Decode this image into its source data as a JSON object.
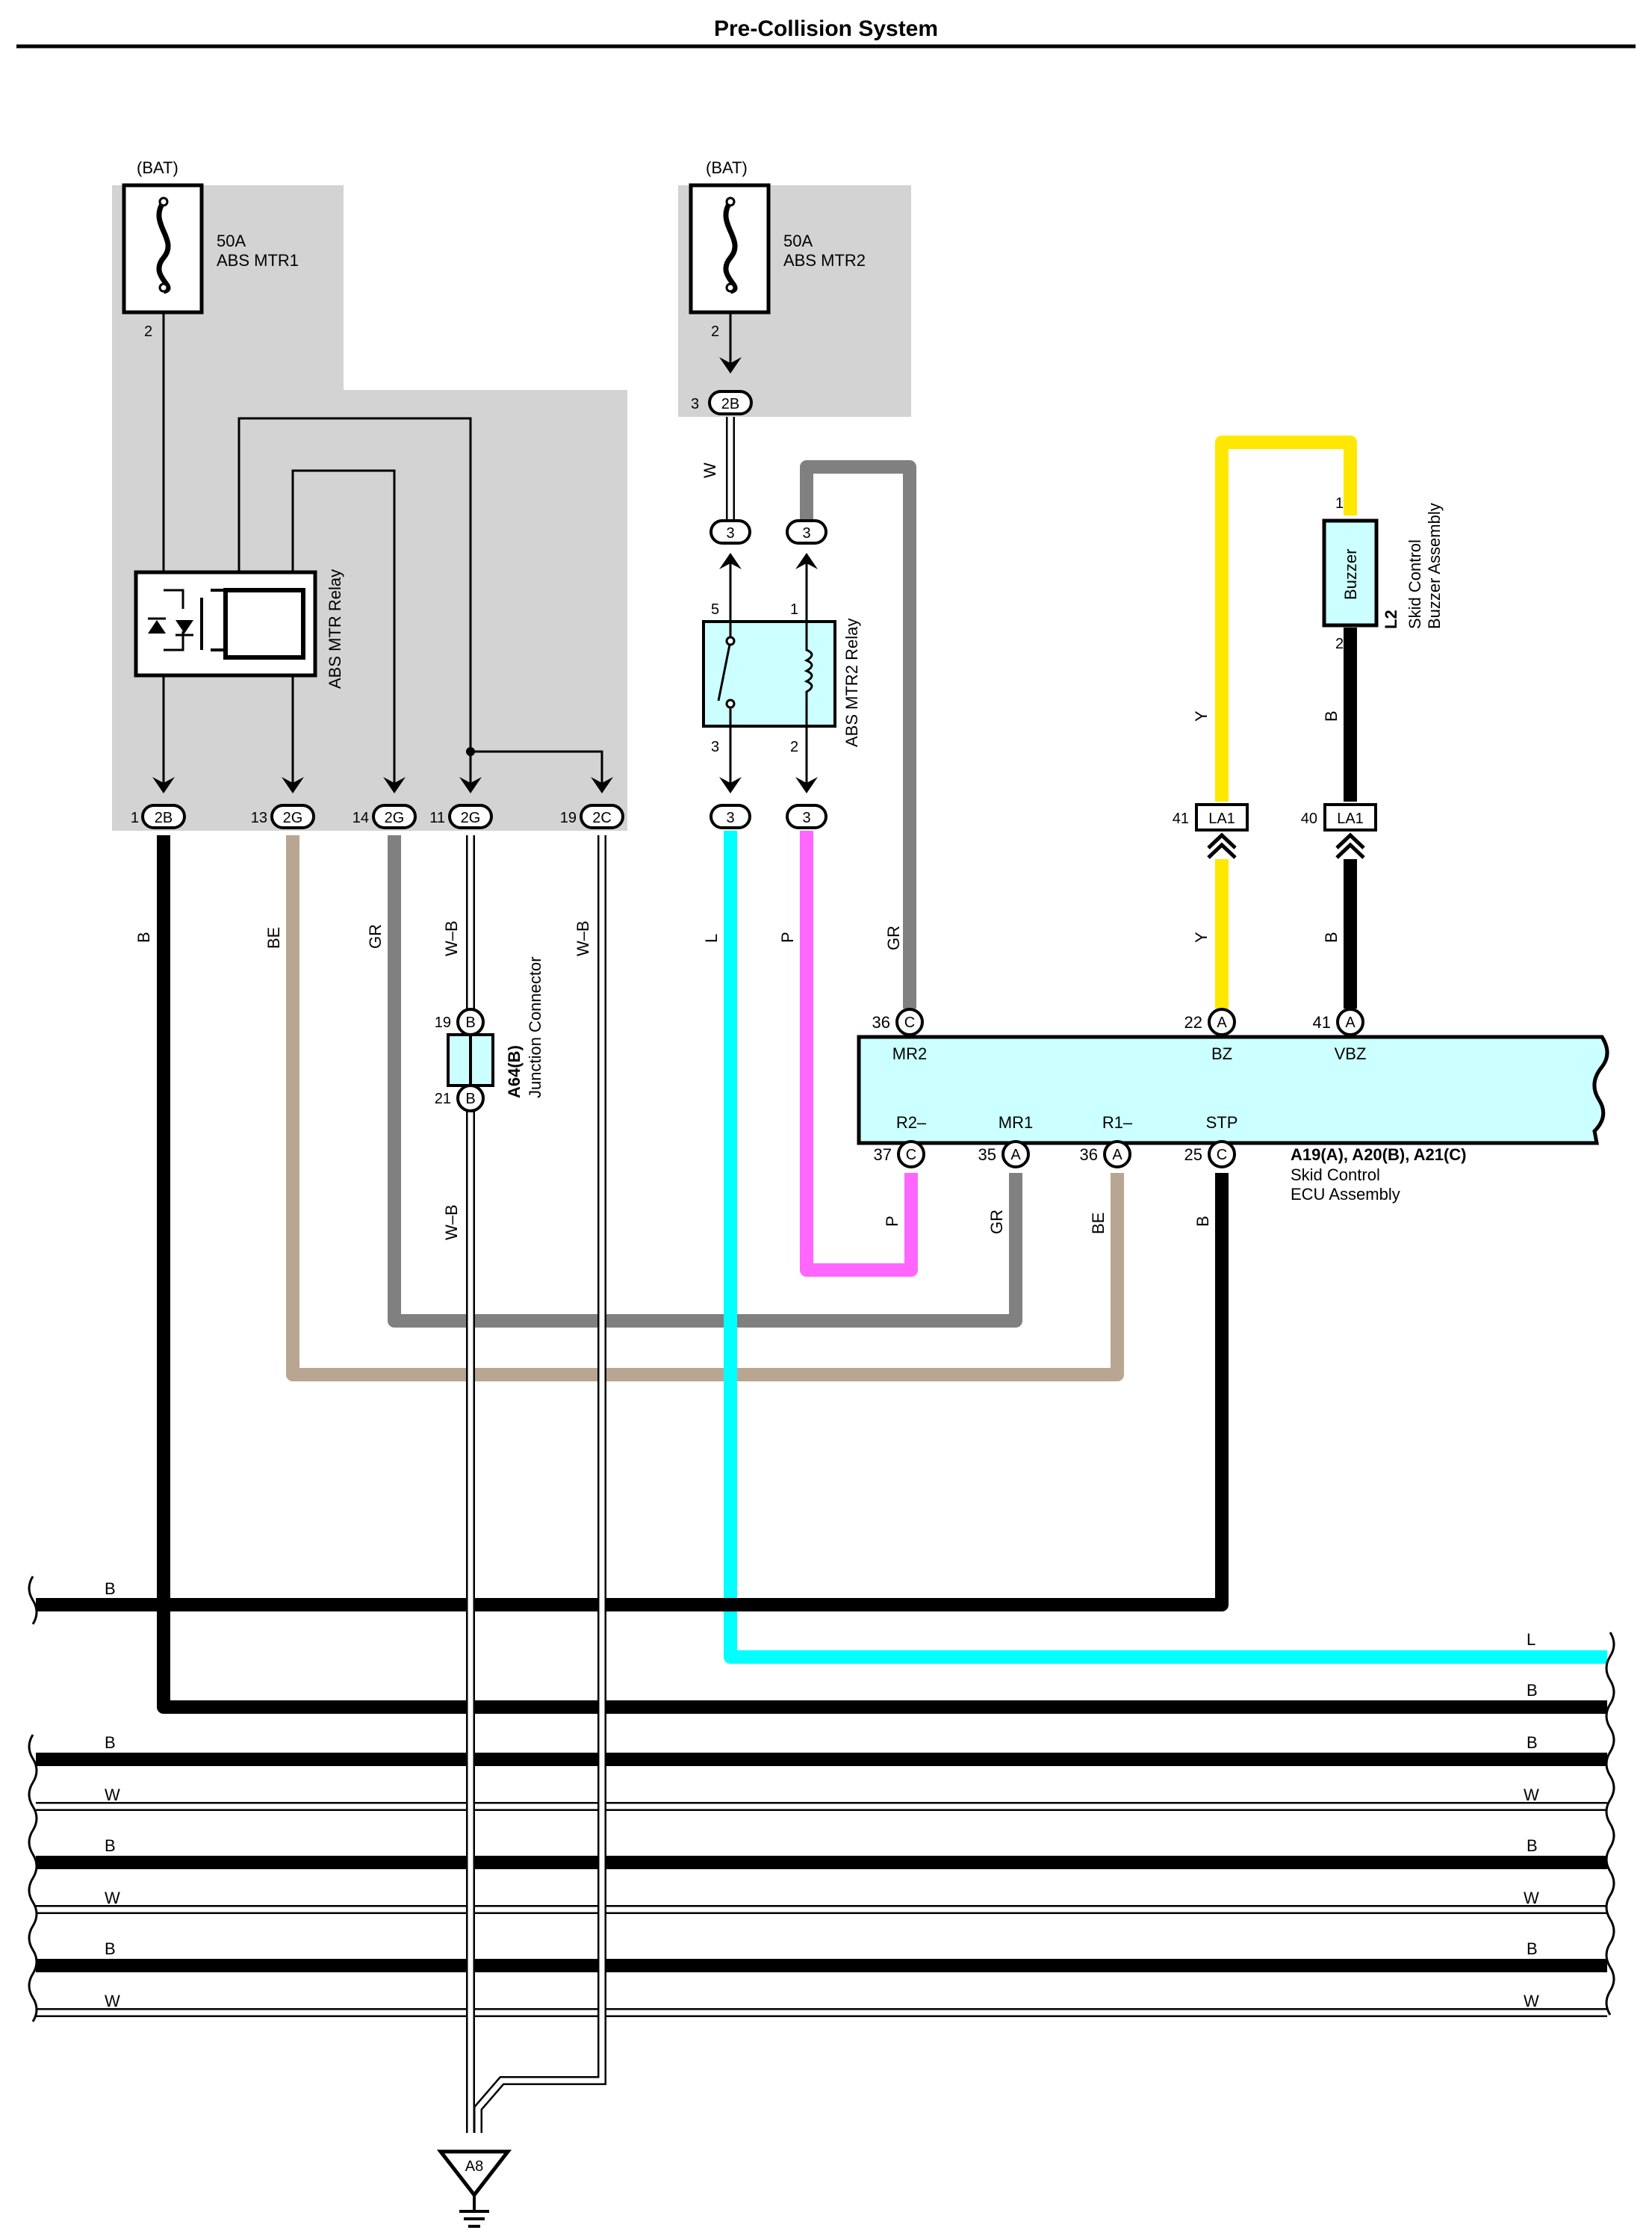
{
  "title": "Pre-Collision System",
  "colors": {
    "shade": "#d3d3d3",
    "B": "#000000",
    "BE": "#b9a692",
    "GR": "#808080",
    "L": "#00ffff",
    "P": "#ff66ff",
    "Y": "#ffe800",
    "component_fill": "#ccffff"
  },
  "fuses": [
    {
      "power": "(BAT)",
      "rating": "50A",
      "name": "ABS MTR1",
      "pin": "2"
    },
    {
      "power": "(BAT)",
      "rating": "50A",
      "name": "ABS MTR2",
      "pin": "2"
    }
  ],
  "relays": {
    "abs_mtr": "ABS MTR Relay",
    "abs_mtr2": "ABS MTR2 Relay",
    "abs_mtr2_pins": [
      "5",
      "1",
      "3",
      "2"
    ]
  },
  "connectors": {
    "c_2b_top": {
      "pin": "3",
      "id": "2B"
    },
    "c_3_a": "3",
    "c_3_b": "3",
    "c_3_c": "3",
    "c_3_d": "3",
    "row": [
      {
        "pin": "1",
        "id": "2B"
      },
      {
        "pin": "13",
        "id": "2G"
      },
      {
        "pin": "14",
        "id": "2G"
      },
      {
        "pin": "11",
        "id": "2G"
      },
      {
        "pin": "19",
        "id": "2C"
      }
    ],
    "la1_a": {
      "pin": "41",
      "id": "LA1"
    },
    "la1_b": {
      "pin": "40",
      "id": "LA1"
    }
  },
  "junction": {
    "id": "A64(B)",
    "name": "Junction Connector",
    "pin_top": "19",
    "pin_bottom": "21",
    "letter": "B"
  },
  "buzzer": {
    "label": "Buzzer",
    "id": "L2",
    "name_line1": "Skid Control",
    "name_line2": "Buzzer Assembly",
    "pin_top": "1",
    "pin_bottom": "2"
  },
  "ecu": {
    "id": "A19(A), A20(B), A21(C)",
    "name_line1": "Skid Control",
    "name_line2": "ECU Assembly",
    "top_pins": [
      {
        "num": "36",
        "conn": "C",
        "label": "MR2"
      },
      {
        "num": "22",
        "conn": "A",
        "label": "BZ"
      },
      {
        "num": "41",
        "conn": "A",
        "label": "VBZ"
      }
    ],
    "bottom_pins": [
      {
        "num": "37",
        "conn": "C",
        "label": "R2–"
      },
      {
        "num": "35",
        "conn": "A",
        "label": "MR1"
      },
      {
        "num": "36",
        "conn": "A",
        "label": "R1–"
      },
      {
        "num": "25",
        "conn": "C",
        "label": "STP"
      }
    ]
  },
  "wire_labels": {
    "w_2b": "W",
    "gr_top": "GR",
    "y_top": "Y",
    "b_buzz": "B",
    "b_col": "B",
    "be_col": "BE",
    "gr_col": "GR",
    "wb_col": "W–B",
    "wb_col2": "W–B",
    "l_col": "L",
    "p_col": "P",
    "gr_col2": "GR",
    "y_col": "Y",
    "b_col2": "B",
    "wb_low": "W–B",
    "p_low": "P",
    "gr_low": "GR",
    "be_low": "BE",
    "b_low": "B"
  },
  "bus_labels": {
    "left": [
      "B",
      "B",
      "W",
      "B",
      "W",
      "B",
      "W"
    ],
    "right": [
      "L",
      "B",
      "B",
      "W",
      "B",
      "W",
      "B",
      "W"
    ]
  },
  "ground": {
    "id": "A8"
  }
}
